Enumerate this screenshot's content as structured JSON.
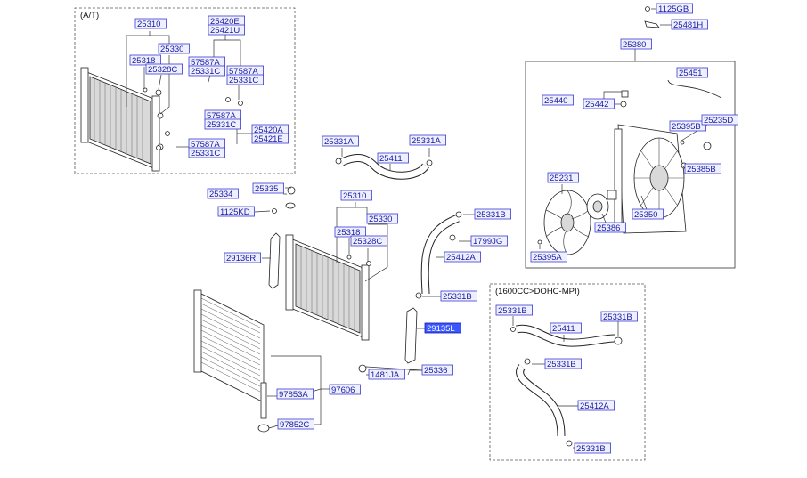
{
  "groups": {
    "at": "(A/T)",
    "dohc": "(1600CC>DOHC-MPI)"
  },
  "callouts": {
    "c25310a": "25310",
    "c25330a": "25330",
    "c25318a": "25318",
    "c25328Ca": "25328C",
    "c25420E": "25420E",
    "c25421U": "25421U",
    "c57587A1": "57587A",
    "c25331C1": "25331C",
    "c57587A2": "57587A",
    "c25331C2": "25331C",
    "c57587A3": "57587A",
    "c25331C3": "25331C",
    "c25420A": "25420A",
    "c25421E": "25421E",
    "c57587A4": "57587A",
    "c25331C4": "25331C",
    "c1125GB": "1125GB",
    "c25481H": "25481H",
    "c25380": "25380",
    "c25451": "25451",
    "c25440": "25440",
    "c25442": "25442",
    "c25395B": "25395B",
    "c25235D": "25235D",
    "c25385B": "25385B",
    "c25231": "25231",
    "c25350": "25350",
    "c25386": "25386",
    "c25395A": "25395A",
    "c25331A1": "25331A",
    "c25331A2": "25331A",
    "c25411a": "25411",
    "c25334": "25334",
    "c25335": "25335",
    "c1125KD": "1125KD",
    "c25310b": "25310",
    "c25330b": "25330",
    "c25318b": "25318",
    "c25328Cb": "25328C",
    "c25331B1": "25331B",
    "c1799JG": "1799JG",
    "c25412Aa": "25412A",
    "c29136R": "29136R",
    "c25331B2": "25331B",
    "c29135L": "29135L",
    "c1481JA": "1481JA",
    "c25336": "25336",
    "c97853A": "97853A",
    "c97606": "97606",
    "c97852C": "97852C",
    "c25331B3": "25331B",
    "c25331B4": "25331B",
    "c25411b": "25411",
    "c25331B5": "25331B",
    "c25412Ab": "25412A",
    "c25331B6": "25331B"
  },
  "colors": {
    "label_text": "#1a1aa0",
    "label_border": "#3a3ad0",
    "label_fill": "#eef0ff",
    "selected_fill": "#3a56ff"
  }
}
